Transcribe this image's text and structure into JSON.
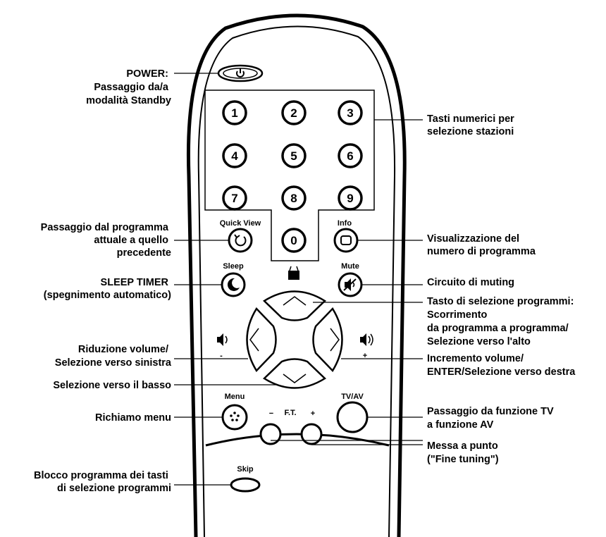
{
  "remote": {
    "digits": [
      "1",
      "2",
      "3",
      "4",
      "5",
      "6",
      "7",
      "8",
      "9",
      "0"
    ],
    "button_labels": {
      "quick_view": "Quick View",
      "info": "Info",
      "sleep": "Sleep",
      "mute": "Mute",
      "menu": "Menu",
      "tvav": "TV/AV",
      "ft": "F.T.",
      "ft_minus": "−",
      "ft_plus": "+",
      "skip": "Skip",
      "vol_minus": "-",
      "vol_plus": "+"
    }
  },
  "callouts": {
    "power": [
      "POWER:",
      "Passaggio da/a",
      "modalità Standby"
    ],
    "number_keys": [
      "Tasti numerici per",
      "selezione stazioni"
    ],
    "quick_view": [
      "Passaggio dal programma",
      "attuale a quello",
      "precedente"
    ],
    "info": [
      "Visualizzazione del",
      "numero di programma"
    ],
    "sleep": [
      "SLEEP TIMER",
      "(spegnimento automatico)"
    ],
    "mute": [
      "Circuito di muting"
    ],
    "channel_up": [
      "Tasto di selezione programmi:",
      "Scorrimento",
      "da programma a programma/",
      "Selezione verso l'alto"
    ],
    "volume_down": [
      "Riduzione volume/",
      "Selezione verso sinistra"
    ],
    "volume_up": [
      "Incremento volume/",
      "ENTER/Selezione verso destra"
    ],
    "channel_down": [
      "Selezione verso il basso"
    ],
    "menu": [
      "Richiamo menu"
    ],
    "tvav": [
      "Passaggio da funzione TV",
      "a funzione AV"
    ],
    "fine_tuning": [
      "Messa a punto",
      "(\"Fine tuning\")"
    ],
    "skip": [
      "Blocco programma dei tasti",
      "di selezione programmi"
    ]
  }
}
